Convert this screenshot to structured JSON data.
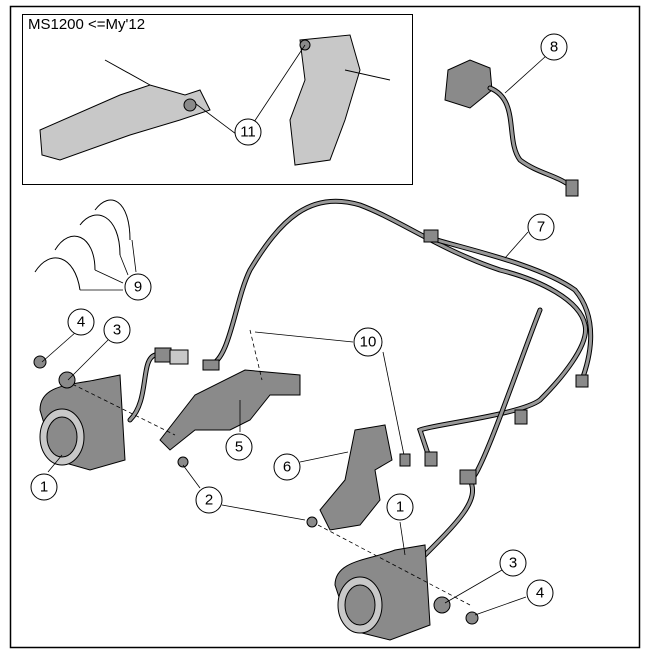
{
  "inset": {
    "label": "MS1200 <=My'12"
  },
  "callouts": [
    "11",
    "8",
    "7",
    "9",
    "4",
    "3",
    "10",
    "5",
    "6",
    "1",
    "2",
    "1",
    "3",
    "4"
  ]
}
